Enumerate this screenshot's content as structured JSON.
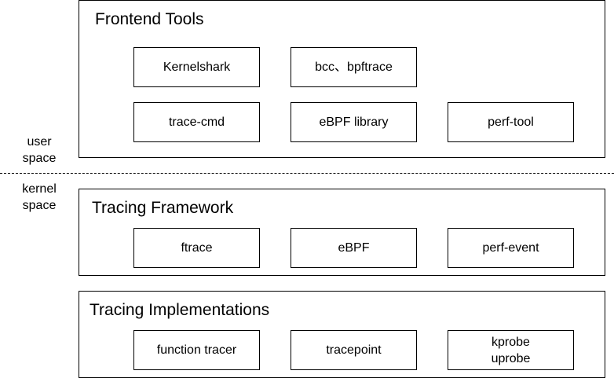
{
  "side_labels": {
    "user": "user\nspace",
    "kernel": "kernel\nspace"
  },
  "layers": {
    "frontend": {
      "title": "Frontend Tools",
      "items": [
        "Kernelshark",
        "bcc、bpftrace",
        "trace-cmd",
        "eBPF library",
        "perf-tool"
      ]
    },
    "framework": {
      "title": "Tracing Framework",
      "items": [
        "ftrace",
        "eBPF",
        "perf-event"
      ]
    },
    "implementations": {
      "title": "Tracing Implementations",
      "items": [
        "function tracer",
        "tracepoint",
        "kprobe\nuprobe"
      ]
    }
  },
  "colors": {
    "stroke": "#000000",
    "background": "#ffffff"
  }
}
